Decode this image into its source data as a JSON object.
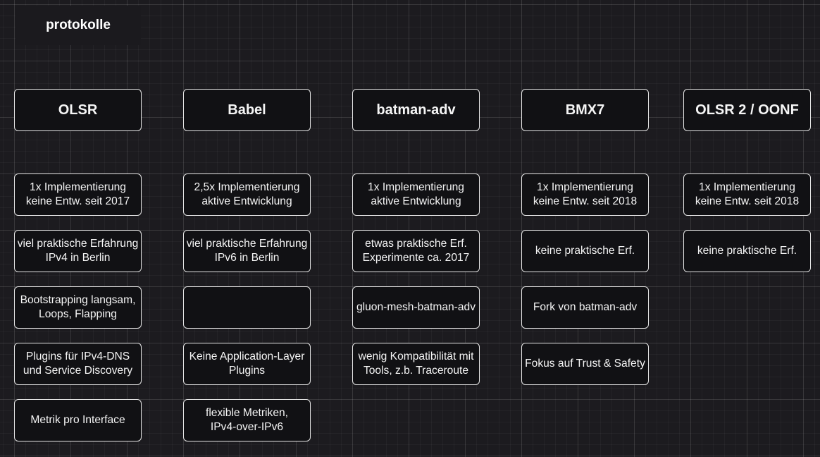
{
  "title": "protokolle",
  "columns": [
    {
      "header": "OLSR",
      "cells": [
        "1x Implementierung\nkeine Entw. seit 2017",
        "viel praktische Erfahrung\nIPv4 in Berlin",
        "Bootstrapping langsam,\nLoops, Flapping",
        "Plugins für IPv4-DNS\nund Service Discovery",
        "Metrik pro Interface"
      ]
    },
    {
      "header": "Babel",
      "cells": [
        "2,5x Implementierung\naktive Entwicklung",
        "viel praktische Erfahrung\nIPv6 in Berlin",
        "",
        "Keine Application-Layer\nPlugins",
        "flexible Metriken,\nIPv4-over-IPv6"
      ]
    },
    {
      "header": "batman-adv",
      "cells": [
        "1x Implementierung\naktive Entwicklung",
        "etwas praktische Erf.\nExperimente ca. 2017",
        "gluon-mesh-batman-adv",
        "wenig Kompatibilität mit\nTools, z.b. Traceroute"
      ]
    },
    {
      "header": "BMX7",
      "cells": [
        "1x Implementierung\nkeine Entw. seit 2018",
        "keine praktische Erf.",
        "Fork von batman-adv",
        "Fokus auf Trust & Safety"
      ]
    },
    {
      "header": "OLSR 2 / OONF",
      "cells": [
        "1x Implementierung\nkeine Entw. seit 2018",
        "keine praktische Erf."
      ]
    }
  ]
}
